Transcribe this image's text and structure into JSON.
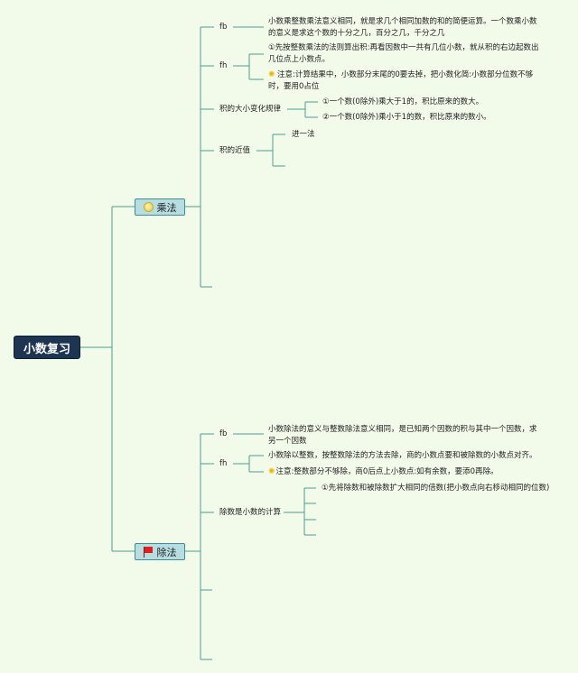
{
  "root": {
    "label": "小数复习"
  },
  "branches": [
    {
      "label": "乘法",
      "icon": "circle-icon",
      "children": [
        {
          "label": "fb",
          "note": "小数乘整数乘法意义相同，就是求几个相同加数的和的简便运算。一个数乘小数的意义是求这个数的十分之几，百分之几，千分之几"
        },
        {
          "label": "fh",
          "notes": [
            "①先按整数乘法的法则算出积:再看因数中一共有几位小数，就从积的右边起数出几位点上小数点。",
            "注意:计算结果中，小数部分末尾的0要去掉，把小数化简:小数部分位数不够时，要用0占位"
          ]
        },
        {
          "label": "积的大小变化规律",
          "notes": [
            "①一个数(0除外)乘大于1的，积比原来的数大。",
            "②一个数(0除外)乘小于1的数，积比原来的数小。"
          ]
        },
        {
          "label": "积的近值",
          "notes": [
            "进一法"
          ]
        }
      ]
    },
    {
      "label": "除法",
      "icon": "flag-icon",
      "children": [
        {
          "label": "fb",
          "note": "小数除法的意义与整数除法意义相同，是已知两个因数的积与其中一个因数，求另一个因数"
        },
        {
          "label": "fh",
          "notes": [
            "小数除以整数，按整数除法的方法去除，商的小数点要和被除数的小数点对齐。",
            "注意:整数部分不够除，商0后点上小数点:如有余数，要添0再除。"
          ]
        },
        {
          "label": "除数是小数的计算",
          "notes": [
            "①先将除数和被除数扩大相同的倍数(把小数点向右移动相同的位数)"
          ]
        }
      ]
    }
  ],
  "colors": {
    "line": "#4c9d8f",
    "root_fill": "#1d3552",
    "node_fill": "#b7dde0",
    "background": "#f2fbea"
  }
}
